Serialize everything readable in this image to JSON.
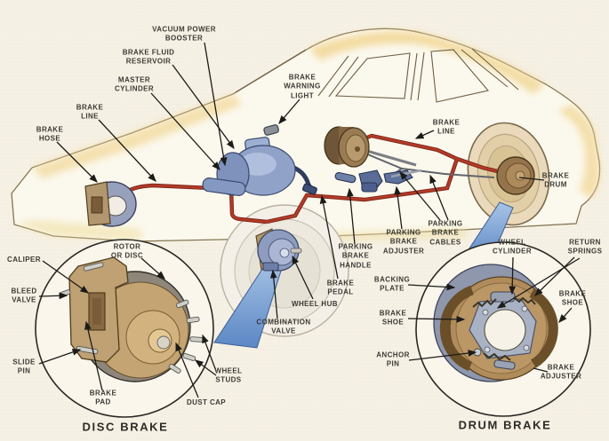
{
  "figure_kind": "automotive brake system cutaway diagram",
  "colors": {
    "background": "#f6f1e5",
    "brake_line_red": "#b23b28",
    "component_steel_blue": "#8ea3cc",
    "component_tan": "#bfa173",
    "magnifier_wedge_blue": "#7fa6d6",
    "car_shading_yellow": "#f2d795",
    "label_text": "#3c3b35"
  },
  "diagram": {
    "main_labels": [
      {
        "id": "vacuum-power-booster",
        "text": "VACUUM POWER\nBOOSTER"
      },
      {
        "id": "brake-fluid-reservoir",
        "text": "BRAKE FLUID\nRESERVOIR"
      },
      {
        "id": "master-cylinder",
        "text": "MASTER\nCYLINDER"
      },
      {
        "id": "brake-line-front",
        "text": "BRAKE\nLINE"
      },
      {
        "id": "brake-hose",
        "text": "BRAKE\nHOSE"
      },
      {
        "id": "brake-warning-light",
        "text": "BRAKE\nWARNING\nLIGHT"
      },
      {
        "id": "brake-line-rear",
        "text": "BRAKE\nLINE"
      },
      {
        "id": "brake-drum",
        "text": "BRAKE\nDRUM"
      },
      {
        "id": "parking-brake-cables",
        "text": "PARKING\nBRAKE\nCABLES"
      },
      {
        "id": "parking-brake-adjuster",
        "text": "PARKING\nBRAKE\nADJUSTER"
      },
      {
        "id": "parking-brake-handle",
        "text": "PARKING\nBRAKE\nHANDLE"
      },
      {
        "id": "brake-pedal",
        "text": "BRAKE\nPEDAL"
      },
      {
        "id": "backing-plate",
        "text": "BACKING\nPLATE"
      },
      {
        "id": "wheel-hub",
        "text": "WHEEL HUB"
      },
      {
        "id": "combination-valve",
        "text": "COMBINATION\nVALVE"
      }
    ],
    "disc_inset": {
      "title": "DISC BRAKE",
      "labels": [
        {
          "id": "rotor-or-disc",
          "text": "ROTOR\nOR DISC"
        },
        {
          "id": "caliper",
          "text": "CALIPER"
        },
        {
          "id": "bleed-valve",
          "text": "BLEED\nVALVE"
        },
        {
          "id": "slide-pin",
          "text": "SLIDE\nPIN"
        },
        {
          "id": "brake-pad",
          "text": "BRAKE\nPAD"
        },
        {
          "id": "wheel-studs",
          "text": "WHEEL\nSTUDS"
        },
        {
          "id": "dust-cap",
          "text": "DUST CAP"
        }
      ]
    },
    "drum_inset": {
      "title": "DRUM BRAKE",
      "labels": [
        {
          "id": "wheel-cylinder",
          "text": "WHEEL\nCYLINDER"
        },
        {
          "id": "return-springs",
          "text": "RETURN\nSPRINGS"
        },
        {
          "id": "brake-shoe-upper",
          "text": "BRAKE\nSHOE"
        },
        {
          "id": "brake-shoe-left",
          "text": "BRAKE\nSHOE"
        },
        {
          "id": "anchor-pin",
          "text": "ANCHOR\nPIN"
        },
        {
          "id": "brake-adjuster",
          "text": "BRAKE\nADJUSTER"
        }
      ]
    }
  }
}
